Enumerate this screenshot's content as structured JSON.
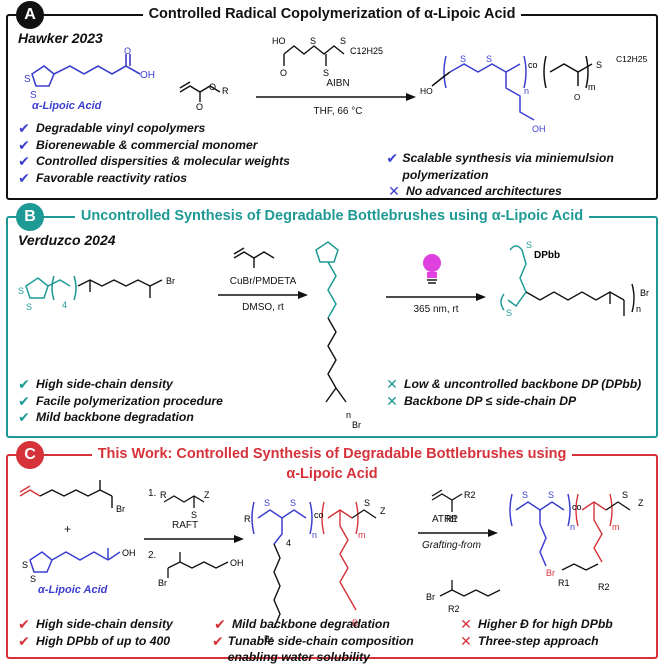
{
  "panel_a": {
    "badge": "A",
    "title": "Controlled Radical Copolymerization of α-Lipoic Acid",
    "author": "Hawker 2023",
    "monomer_label": "α-Lipoic Acid",
    "conditions": [
      "AIBN",
      "THF, 66 °C"
    ],
    "chem_text": {
      "oh": "OH",
      "ho": "HO",
      "o": "O",
      "or": "O",
      "r": "R",
      "s": "S",
      "c12": "C12H25",
      "co": "co",
      "n": "n",
      "m": "m"
    },
    "pros": [
      "Degradable vinyl copolymers",
      "Biorenewable & commercial monomer",
      "Controlled dispersities & molecular weights",
      "Favorable reactivity ratios"
    ],
    "pros_right": [
      "Scalable synthesis via miniemulsion polymerization"
    ],
    "cons": [
      "No advanced architectures"
    ]
  },
  "panel_b": {
    "badge": "B",
    "title": "Uncontrolled Synthesis of Degradable Bottlebrushes using α-Lipoic Acid",
    "author": "Verduzco 2024",
    "conditions_1": [
      "CuBr/PMDETA",
      "DMSO, rt"
    ],
    "conditions_2": [
      "365 nm, rt"
    ],
    "chem_text": {
      "br": "Br",
      "four": "4",
      "n": "n",
      "dpbb": "DPbb",
      "s": "S"
    },
    "pros": [
      "High side-chain density",
      "Facile polymerization procedure",
      "Mild backbone degradation"
    ],
    "cons": [
      "Low & uncontrolled backbone DP (DPbb)",
      "Backbone DP ≤ side-chain DP"
    ]
  },
  "panel_c": {
    "badge": "C",
    "title_line1": "This Work: Controlled Synthesis of Degradable Bottlebrushes using",
    "title_line2": "α-Lipoic Acid",
    "monomer_label": "α-Lipoic Acid",
    "step1": "1.",
    "step1_label": "RAFT",
    "step2": "2.",
    "atrp_label": "ATRP",
    "grafting_label": "Grafting-from",
    "chem_text": {
      "r": "R",
      "z": "Z",
      "s": "S",
      "br": "Br",
      "oh": "OH",
      "co": "co",
      "n": "n",
      "m": "m",
      "four": "4",
      "r1": "R1",
      "r2": "R2",
      "plus": "+"
    },
    "pros": [
      "High side-chain density",
      "High DPbb of up to 400"
    ],
    "pros_mid": [
      "Mild backbone degradation",
      "Tunable side-chain composition enabling water solubility"
    ],
    "cons": [
      "Higher Đ for high DPbb",
      "Three-step approach"
    ]
  },
  "colors": {
    "blue": "#3b3fcf",
    "teal": "#1e9a96",
    "red": "#d6323a",
    "black": "#111111",
    "bulb": "#e040e0"
  }
}
